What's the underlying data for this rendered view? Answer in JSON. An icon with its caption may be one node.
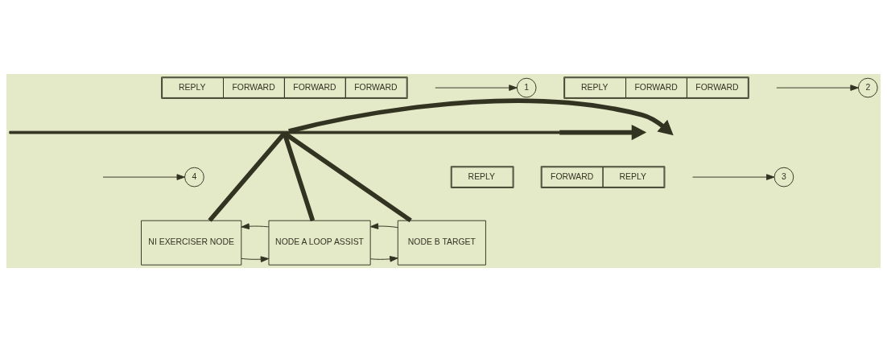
{
  "diagram": {
    "nodes": [
      {
        "text": [
          "NI EXERCISER NODE"
        ]
      },
      {
        "text": [
          "NODE A LOOP ASSIST"
        ]
      },
      {
        "text": [
          "NODE B TARGET"
        ]
      },
      {
        "text": [],
        "shape": "bar"
      },
      {
        "text": [
          "REPLY",
          "FORWARD",
          "FORWARD",
          "FORWARD"
        ]
      },
      {
        "text": [
          "1"
        ]
      },
      {
        "text": [
          "REPLY",
          "FORWARD",
          "FORWARD"
        ]
      },
      {
        "text": [
          "2"
        ]
      },
      {
        "text": [
          "REPLY"
        ]
      },
      {
        "text": [
          "4"
        ]
      },
      {
        "text": [
          "FORWARD",
          "REPLY"
        ]
      },
      {
        "text": [
          "3"
        ]
      }
    ],
    "edges": [
      {
        "from": 0,
        "to": 1,
        "arrow": "to"
      },
      {
        "from": 1,
        "to": 0,
        "arrow": "to"
      },
      {
        "from": 1,
        "to": 2,
        "arrow": "to"
      },
      {
        "from": 2,
        "to": 1,
        "arrow": "to"
      },
      {
        "from": 0,
        "to": 3,
        "arrow": "none",
        "style": "thick"
      },
      {
        "from": 1,
        "to": 3,
        "arrow": "none",
        "style": "thick"
      },
      {
        "from": 2,
        "to": 3,
        "arrow": "none",
        "style": "thick"
      },
      {
        "from": 3,
        "to": null,
        "arrow": "to",
        "style": "thick"
      },
      {
        "from": 3,
        "to": null,
        "arrow": "to",
        "style": "thick"
      },
      {
        "from": null,
        "to": 5,
        "arrow": "to"
      },
      {
        "from": null,
        "to": 7,
        "arrow": "to"
      },
      {
        "from": null,
        "to": 9,
        "arrow": "to"
      },
      {
        "from": null,
        "to": 11,
        "arrow": "to"
      }
    ]
  }
}
